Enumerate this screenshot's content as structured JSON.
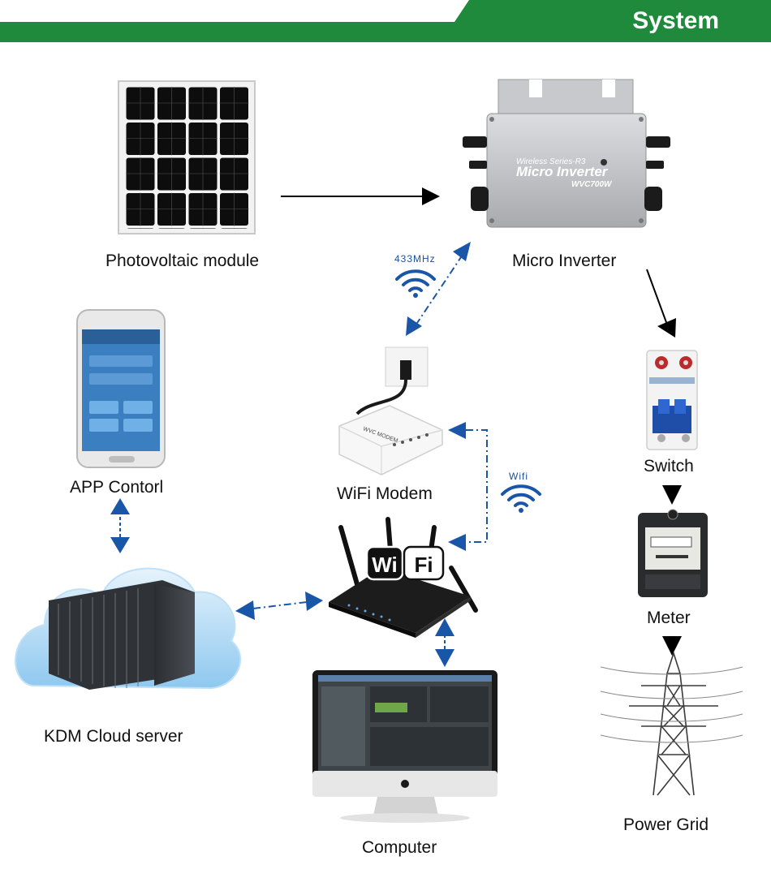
{
  "header": {
    "title": "System"
  },
  "nodes": {
    "pv": "Photovoltaic module",
    "inverter": "Micro Inverter",
    "inverter_badge_line1": "Wireless Series-R3",
    "inverter_badge_line2": "Micro Inverter",
    "inverter_badge_line3": "WVC700W",
    "app": "APP Contorl",
    "modem": "WiFi Modem",
    "modem_brand": "WVC MODEM",
    "switch": "Switch",
    "meter": "Meter",
    "grid": "Power Grid",
    "cloud": "KDM Cloud server",
    "computer": "Computer",
    "router_badge_1": "Wi",
    "router_badge_2": "Fi"
  },
  "links": {
    "rf_label": "433MHz",
    "wifi_label": "Wifi"
  },
  "colors": {
    "header_green": "#1f8a3b",
    "arrow_blue": "#1a56a8",
    "label_blue": "#1a4f9c"
  }
}
